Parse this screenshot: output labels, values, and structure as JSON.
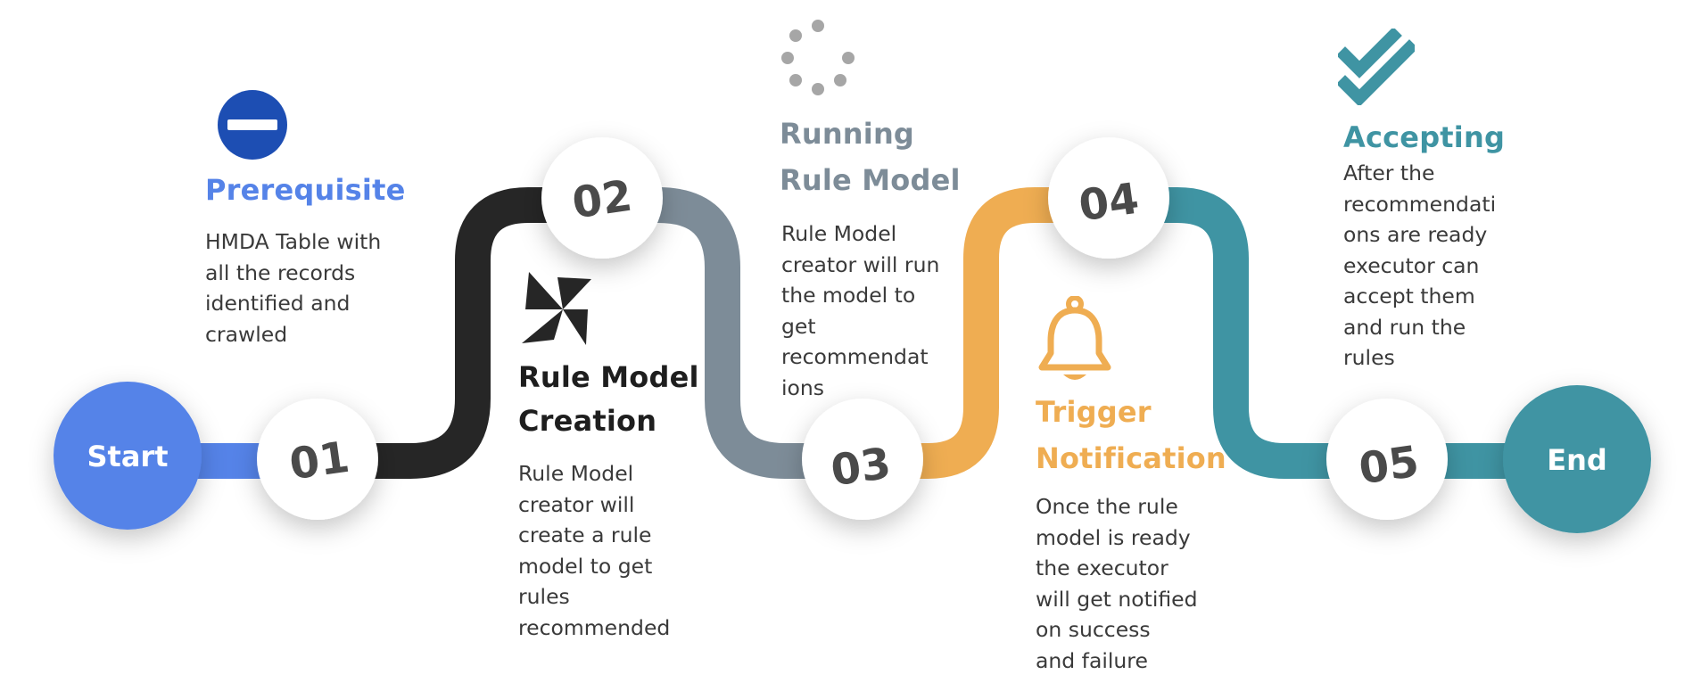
{
  "colors": {
    "start": "#5583e8",
    "end": "#3f94a3",
    "step1": "#5583e8",
    "step2": "#262626",
    "step3": "#7d8c98",
    "step4": "#efad52",
    "step5": "#3f94a3",
    "prereq_icon": "#1d4eb3",
    "loader_icon": "#a6a6a6",
    "body_text": "#3a3a3a",
    "number_text": "#4a4a4a"
  },
  "start": {
    "label": "Start"
  },
  "end": {
    "label": "End"
  },
  "steps": [
    {
      "number": "01",
      "title": "Prerequisite",
      "text": "HMDA Table with\nall the records\nidentified and\ncrawled",
      "icon": "no-entry-icon"
    },
    {
      "number": "02",
      "title": "Rule Model\nCreation",
      "text": "Rule Model\ncreator will\ncreate a rule\nmodel to get\nrules\nrecommended",
      "icon": "pinwheel-icon"
    },
    {
      "number": "03",
      "title": "Running\nRule Model",
      "text": "Rule Model\ncreator will run\nthe  model to\nget\nrecommendat\nions",
      "icon": "loading-spinner-icon"
    },
    {
      "number": "04",
      "title": "Trigger\nNotification",
      "text": "Once the rule\nmodel is ready\nthe executor\nwill get notified\non success\nand failure",
      "icon": "bell-icon"
    },
    {
      "number": "05",
      "title": "Accepting",
      "text": "After the\nrecommendati\nons are ready\nexecutor can\naccept them\nand run the\nrules",
      "icon": "double-check-icon"
    }
  ]
}
